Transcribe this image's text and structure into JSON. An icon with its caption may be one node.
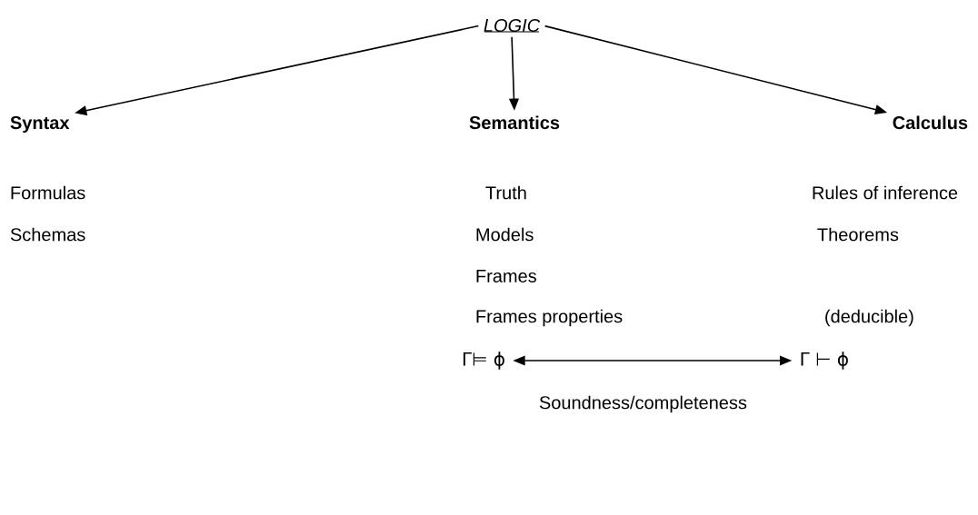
{
  "diagram": {
    "nodes": [
      {
        "text": [
          "LOGIC"
        ]
      },
      {
        "text": [
          "Syntax"
        ]
      },
      {
        "text": [
          "Semantics"
        ]
      },
      {
        "text": [
          "Calculus"
        ]
      },
      {
        "text": [
          "Γ⊨ ϕ"
        ]
      },
      {
        "text": [
          "Γ ⊢ ϕ"
        ]
      }
    ],
    "edges": [
      {
        "from": 0,
        "to": 1,
        "arrow": "to"
      },
      {
        "from": 0,
        "to": 2,
        "arrow": "to"
      },
      {
        "from": 0,
        "to": 3,
        "arrow": "to"
      },
      {
        "from": 4,
        "to": 5,
        "arrow": "both"
      }
    ],
    "labels": [
      "Formulas",
      "Truth",
      "Rules of inference",
      "Schemas",
      "Models",
      "Theorems",
      "Frames",
      "Frames properties",
      "(deducible)",
      "Soundness/completeness"
    ]
  }
}
